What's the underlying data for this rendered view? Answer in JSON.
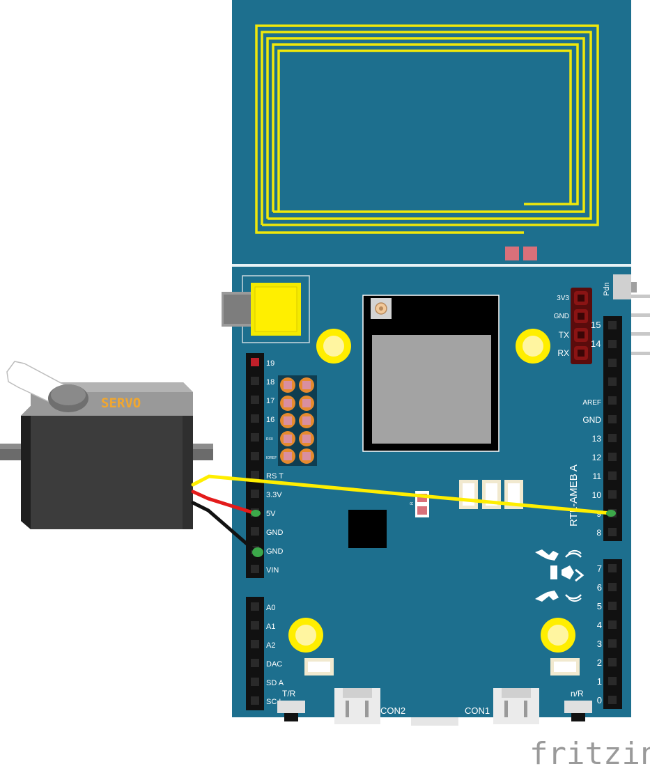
{
  "servo": {
    "label": "SERVO"
  },
  "board": {
    "name": "RTL-AMEB A",
    "pins_left_top": [
      "19",
      "18",
      "17",
      "16",
      "RS T",
      "3.3V",
      "5V",
      "GND",
      "GND",
      "VIN"
    ],
    "pins_left_bottom": [
      "A0",
      "A1",
      "A2",
      "DAC",
      "SD A",
      "SC L"
    ],
    "pins_right_top": [
      "AREF",
      "GND",
      "13",
      "12",
      "11",
      "10",
      "9",
      "8"
    ],
    "pins_right_bottom": [
      "7",
      "6",
      "5",
      "4",
      "3",
      "2",
      "1",
      "0"
    ],
    "uart_pins": [
      "3V3",
      "GND",
      "TX",
      "RX"
    ],
    "uart_numbers": [
      "15",
      "14"
    ],
    "pdn_label": "Pdn",
    "tr_label": "T/R",
    "nr_label": "n/R",
    "con1_label": "CON1",
    "con2_label": "CON2",
    "small_label_1": "RX0",
    "small_label_2": "IOREF",
    "resistor_label": "R"
  },
  "watermark": "fritzing",
  "colors": {
    "board": "#1d6f8e",
    "trace": "#f0e80a",
    "wire_signal": "#ffee00",
    "wire_power": "#e31b1b",
    "wire_ground": "#111111"
  }
}
